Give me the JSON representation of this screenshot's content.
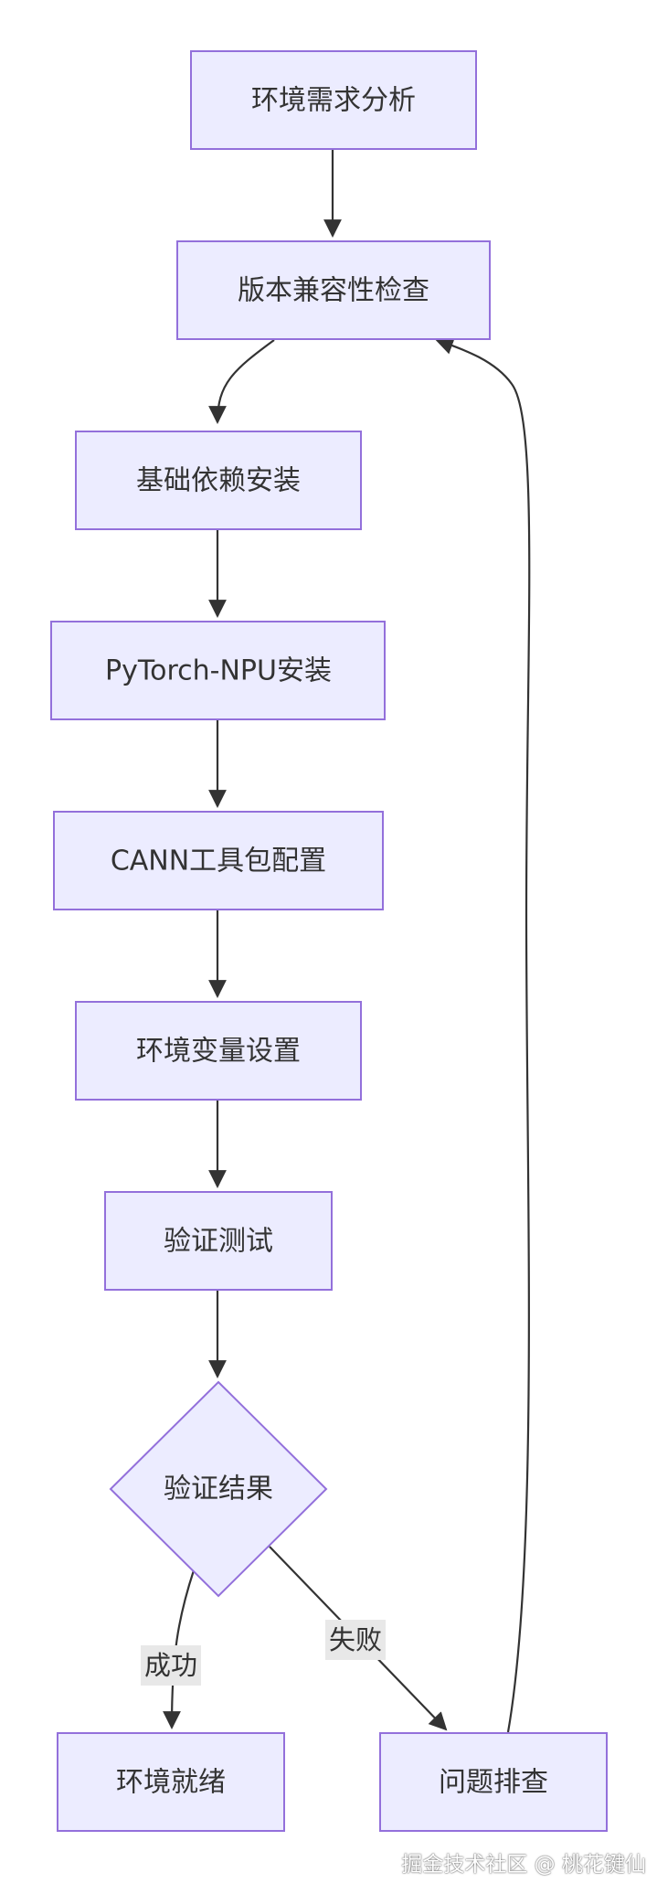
{
  "nodes": {
    "env_analysis": "环境需求分析",
    "compat_check": "版本兼容性检查",
    "deps_install": "基础依赖安装",
    "pytorch_npu_install": "PyTorch-NPU安装",
    "cann_config": "CANN工具包配置",
    "env_vars": "环境变量设置",
    "verify_test": "验证测试",
    "verify_result": "验证结果",
    "env_ready": "环境就绪",
    "troubleshoot": "问题排查"
  },
  "edges": {
    "success_label": "成功",
    "failure_label": "失败"
  },
  "colors": {
    "node_fill": "#ececff",
    "node_stroke": "#9370db",
    "edge": "#333333",
    "label_bg": "#e8e8e8"
  },
  "watermark": "掘金技术社区 @ 桃花键仙"
}
